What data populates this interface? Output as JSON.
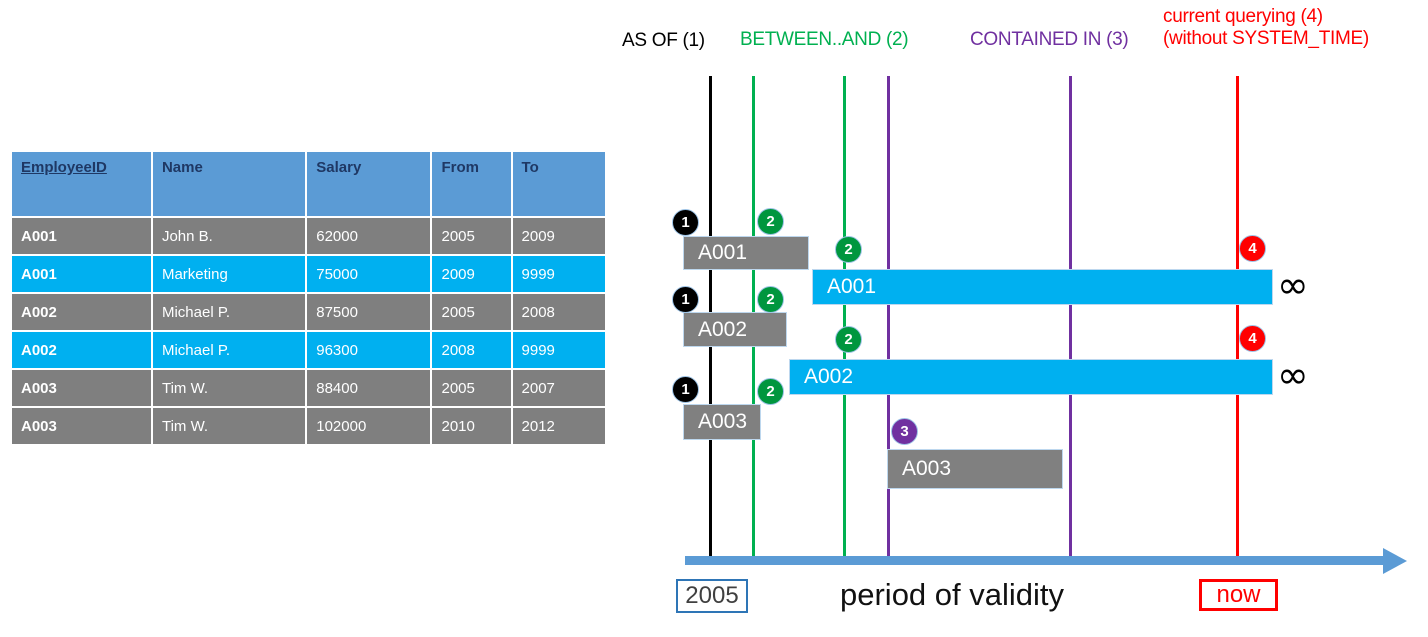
{
  "table": {
    "columns": [
      "EmployeeID",
      "Name",
      "Salary",
      "From",
      "To"
    ],
    "rows": [
      {
        "id": "A001",
        "name": "John  B.",
        "salary": "62000",
        "from": "2005",
        "to": "2009",
        "style": "gray"
      },
      {
        "id": "A001",
        "name": "Marketing",
        "salary": "75000",
        "from": "2009",
        "to": "9999",
        "style": "cyan"
      },
      {
        "id": "A002",
        "name": "Michael P.",
        "salary": "87500",
        "from": "2005",
        "to": "2008",
        "style": "gray"
      },
      {
        "id": "A002",
        "name": "Michael P.",
        "salary": "96300",
        "from": "2008",
        "to": "9999",
        "style": "cyan"
      },
      {
        "id": "A003",
        "name": "Tim W.",
        "salary": "88400",
        "from": "2005",
        "to": "2007",
        "style": "gray"
      },
      {
        "id": "A003",
        "name": "Tim W.",
        "salary": "102000",
        "from": "2010",
        "to": "2012",
        "style": "gray"
      }
    ]
  },
  "diagram": {
    "legend": [
      {
        "key": "as_of",
        "label": "AS OF (1)",
        "color": "#000000"
      },
      {
        "key": "between",
        "label": "BETWEEN..AND (2)",
        "color": "#00b050"
      },
      {
        "key": "contained",
        "label": "CONTAINED IN (3)",
        "color": "#7030a0"
      },
      {
        "key": "current_l1",
        "label": "current querying (4)",
        "color": "#ff0000"
      },
      {
        "key": "current_l2",
        "label": "(without SYSTEM_TIME)",
        "color": "#ff0000"
      }
    ],
    "bars": [
      {
        "label": "A001",
        "style": "gray"
      },
      {
        "label": "A001",
        "style": "cyan"
      },
      {
        "label": "A002",
        "style": "gray"
      },
      {
        "label": "A002",
        "style": "cyan"
      },
      {
        "label": "A003",
        "style": "gray"
      },
      {
        "label": "A003",
        "style": "gray"
      }
    ],
    "badges": [
      {
        "num": "1",
        "kind": "b1"
      },
      {
        "num": "2",
        "kind": "b2"
      },
      {
        "num": "2",
        "kind": "b2"
      },
      {
        "num": "4",
        "kind": "b4"
      },
      {
        "num": "1",
        "kind": "b1"
      },
      {
        "num": "2",
        "kind": "b2"
      },
      {
        "num": "2",
        "kind": "b2"
      },
      {
        "num": "4",
        "kind": "b4"
      },
      {
        "num": "1",
        "kind": "b1"
      },
      {
        "num": "2",
        "kind": "b2"
      },
      {
        "num": "3",
        "kind": "b3"
      }
    ],
    "infinity_symbol": "∞",
    "axis": {
      "start_label": "2005",
      "caption": "period of validity",
      "end_label": "now"
    }
  },
  "colors": {
    "header_blue": "#5b9bd5",
    "row_gray": "#7f7f7f",
    "row_cyan": "#00b0f0",
    "green": "#00b050",
    "purple": "#7030a0",
    "red": "#ff0000",
    "axis_blue": "#5b9bd5"
  }
}
